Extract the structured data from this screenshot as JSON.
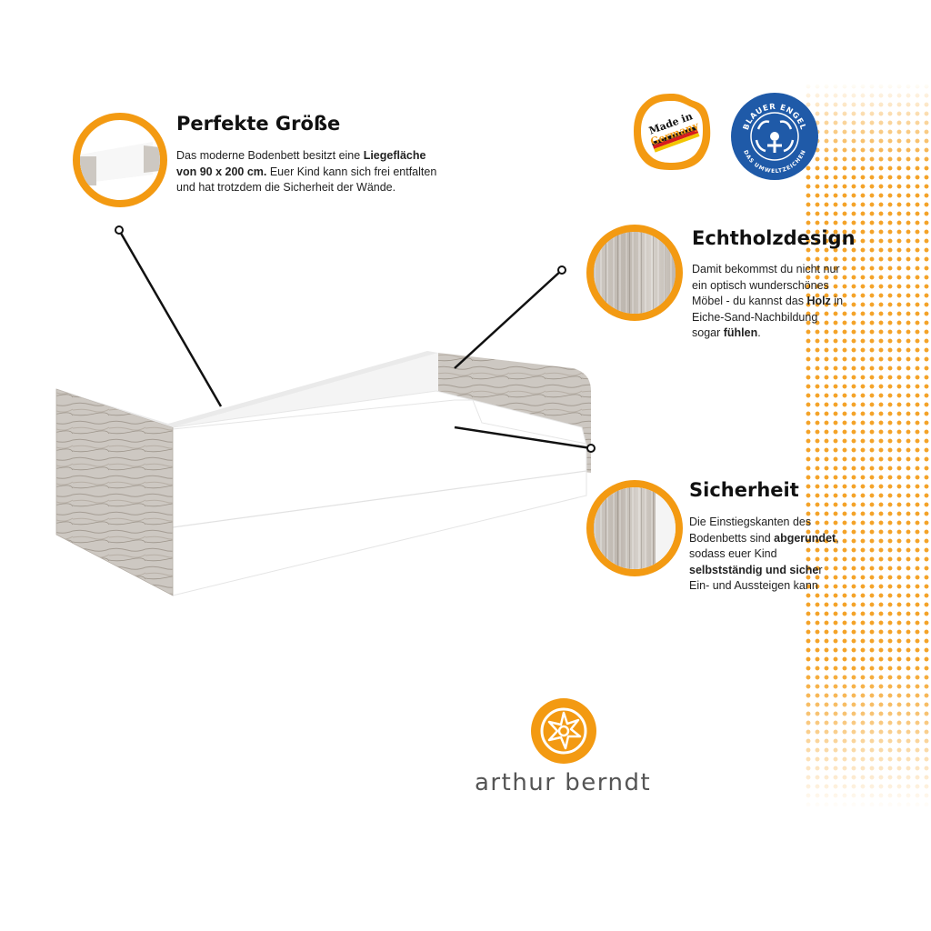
{
  "sections": {
    "size": {
      "title": "Perfekte Größe",
      "line1_pre": "Das moderne Bodenbett besitzt eine ",
      "line1_bold": "Liegefläche",
      "line2_bold": "von 90 x 200 cm.",
      "line2_post": " Euer Kind kann sich frei entfalten",
      "line3": "und hat trotzdem die Sicherheit der Wände."
    },
    "wood": {
      "title": "Echtholzdesign",
      "line1": "Damit bekommst du nicht nur",
      "line2": "ein optisch wunderschönes",
      "line3_pre": "Möbel - du kannst das ",
      "line3_bold": "Holz",
      "line3_post": " in",
      "line4": "Eiche-Sand-Nachbildung",
      "line5_pre": "sogar ",
      "line5_bold": "fühlen",
      "line5_post": "."
    },
    "safety": {
      "title": "Sicherheit",
      "line1": "Die Einstiegskanten des",
      "line2_pre": "Bodenbetts sind ",
      "line2_bold": "abgerundet",
      "line2_post": ",",
      "line3": "sodass euer Kind",
      "line4_bold": "selbstständig und siche",
      "line4_post": "r",
      "line5": "Ein- und Aussteigen kann"
    }
  },
  "badges": {
    "made_in_line1": "Made in",
    "made_in_line2": "Germany",
    "blauer_engel_top": "BLAUER ENGEL",
    "blauer_engel_bottom": "DAS UMWELTZEICHEN"
  },
  "brand": {
    "name": "arthur berndt"
  },
  "colors": {
    "accent": "#f39a12",
    "badge_blue": "#1f5aa8",
    "text": "#1a1a1a"
  }
}
